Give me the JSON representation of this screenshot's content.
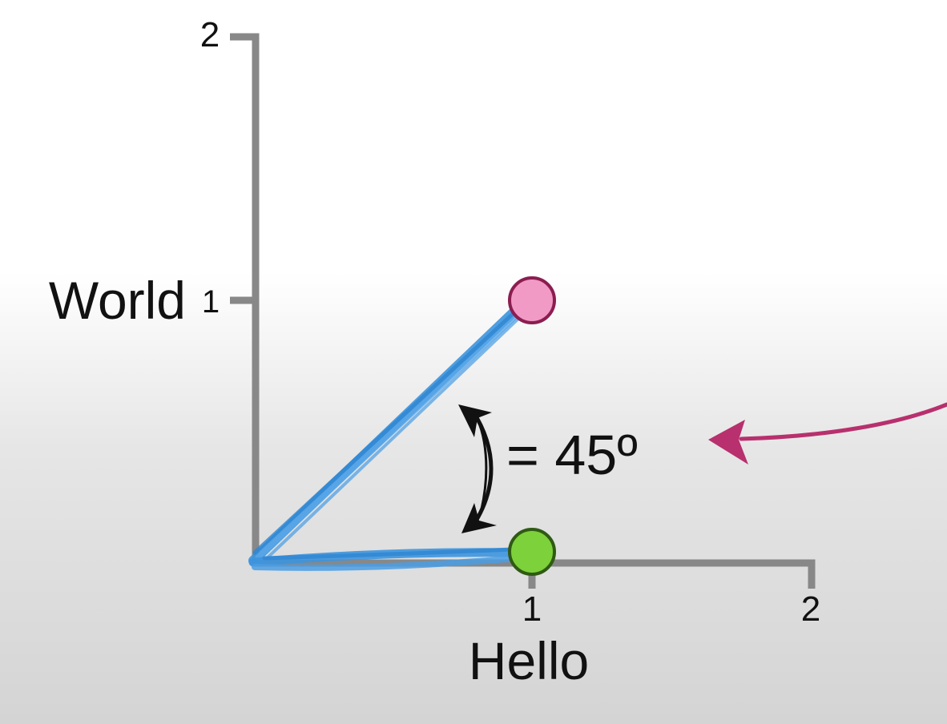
{
  "axes": {
    "x_label": "Hello",
    "y_label": "World",
    "x_ticks": [
      "1",
      "2"
    ],
    "y_ticks": [
      "1",
      "2"
    ],
    "x_range": [
      0,
      2
    ],
    "y_range": [
      0,
      2
    ]
  },
  "vectors": [
    {
      "x": 1,
      "y": 1,
      "point_color": "#f19ac6",
      "point_stroke": "#8c1d50"
    },
    {
      "x": 1,
      "y": 0,
      "point_color": "#7dd13a",
      "point_stroke": "#2f5a14"
    }
  ],
  "annotation": {
    "text": "= 45º"
  },
  "colors": {
    "axis": "#888888",
    "vector": "#3d95de",
    "arrow": "#b8306e",
    "curved_arrow": "#111111"
  },
  "icons": {
    "angle_indicator": "double-headed-curved-arrow-icon",
    "pointer": "pointer-arrow-icon"
  }
}
